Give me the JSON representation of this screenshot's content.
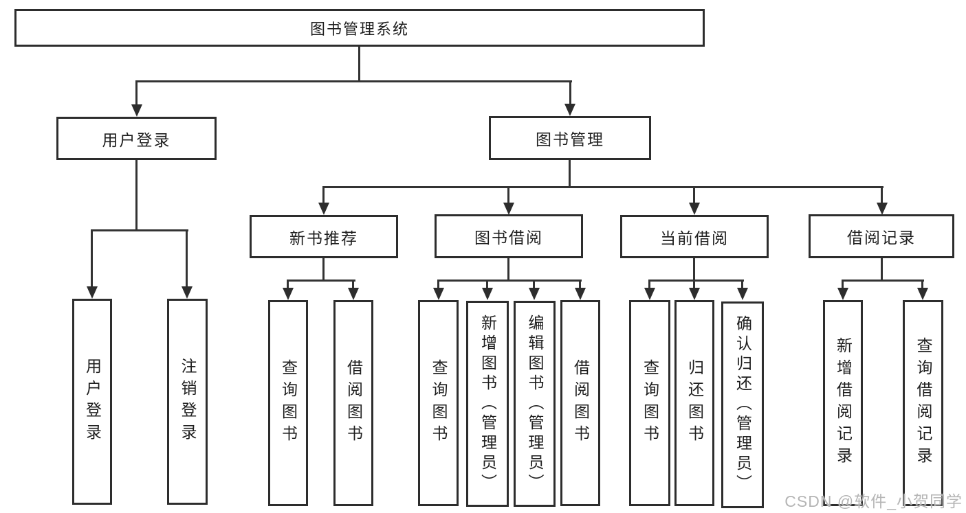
{
  "nodes": {
    "root": "图书管理系统",
    "user_login": "用户登录",
    "book_mgmt": "图书管理",
    "user_login_children": [
      "用户登录",
      "注销登录"
    ],
    "sections": [
      {
        "label": "新书推荐",
        "children": [
          "查询图书",
          "借阅图书"
        ]
      },
      {
        "label": "图书借阅",
        "children": [
          "查询图书",
          "新增图书（管理员）",
          "编辑图书（管理员）",
          "借阅图书"
        ]
      },
      {
        "label": "当前借阅",
        "children": [
          "查询图书",
          "归还图书",
          "确认归还（管理员）"
        ]
      },
      {
        "label": "借阅记录",
        "children": [
          "新增借阅记录",
          "查询借阅记录"
        ]
      }
    ]
  },
  "colors": {
    "line": "#333333",
    "border": "#2d2d2d",
    "watermark": "#b5b5b5",
    "background": "#ffffff"
  },
  "watermark": "CSDN @软件_小贺同学"
}
